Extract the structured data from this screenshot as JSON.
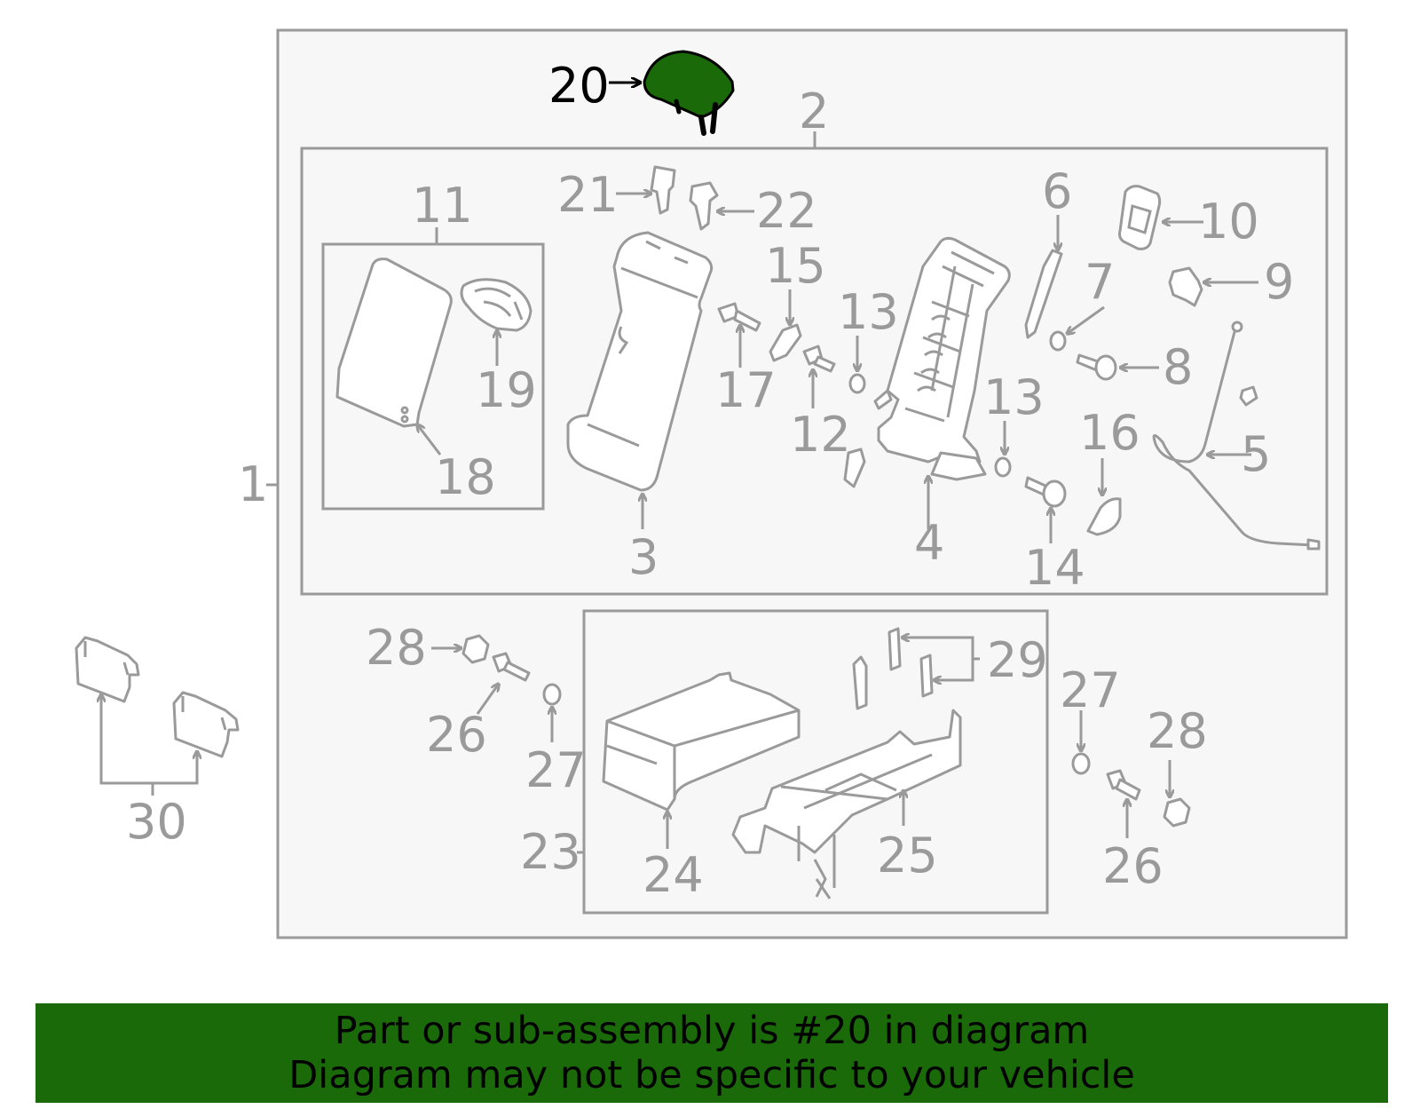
{
  "diagram": {
    "highlight_color": "#1a6a0a",
    "callout_labels": {
      "l1": "1",
      "l2": "2",
      "l3": "3",
      "l4": "4",
      "l5": "5",
      "l6": "6",
      "l7": "7",
      "l8": "8",
      "l9": "9",
      "l10": "10",
      "l11": "11",
      "l12": "12",
      "l13a": "13",
      "l13b": "13",
      "l14": "14",
      "l15": "15",
      "l16": "16",
      "l17": "17",
      "l18": "18",
      "l19": "19",
      "l20": "20",
      "l21": "21",
      "l22": "22",
      "l23": "23",
      "l24": "24",
      "l25": "25",
      "l26a": "26",
      "l26b": "26",
      "l27a": "27",
      "l27b": "27",
      "l28a": "28",
      "l28b": "28",
      "l29": "29",
      "l30": "30"
    }
  },
  "footer": {
    "background_color": "#1a6a0a",
    "line1": "Part or sub-assembly is #20 in diagram",
    "line2": "Diagram may not be specific to your vehicle"
  }
}
